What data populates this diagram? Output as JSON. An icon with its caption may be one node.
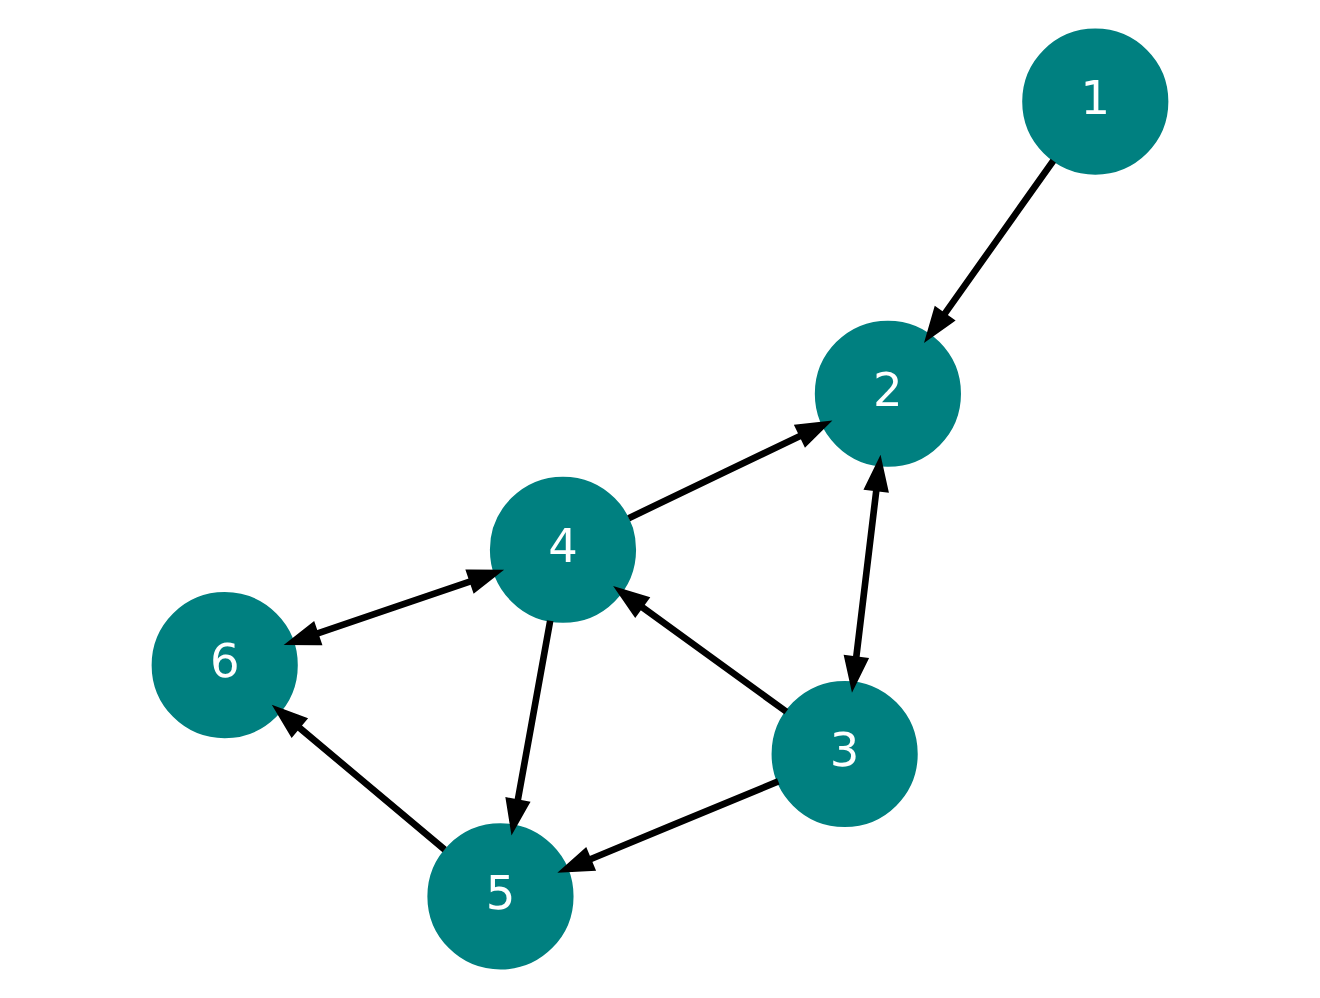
{
  "diagram": {
    "nodes": [
      {
        "text": [
          "5"
        ]
      },
      {
        "text": [
          "3"
        ]
      },
      {
        "text": [
          "4"
        ]
      },
      {
        "text": [
          "6"
        ]
      },
      {
        "text": [
          "2"
        ]
      },
      {
        "text": [
          "1"
        ]
      }
    ],
    "edges": [
      {
        "from": 5,
        "to": 4,
        "arrow": "to"
      },
      {
        "from": 1,
        "to": 4,
        "arrow": "both"
      },
      {
        "from": 1,
        "to": 2,
        "arrow": "to"
      },
      {
        "from": 1,
        "to": 0,
        "arrow": "to"
      },
      {
        "from": 2,
        "to": 0,
        "arrow": "to"
      },
      {
        "from": 2,
        "to": 4,
        "arrow": "to"
      },
      {
        "from": 0,
        "to": 3,
        "arrow": "to"
      },
      {
        "from": 3,
        "to": 2,
        "arrow": "both"
      }
    ]
  }
}
